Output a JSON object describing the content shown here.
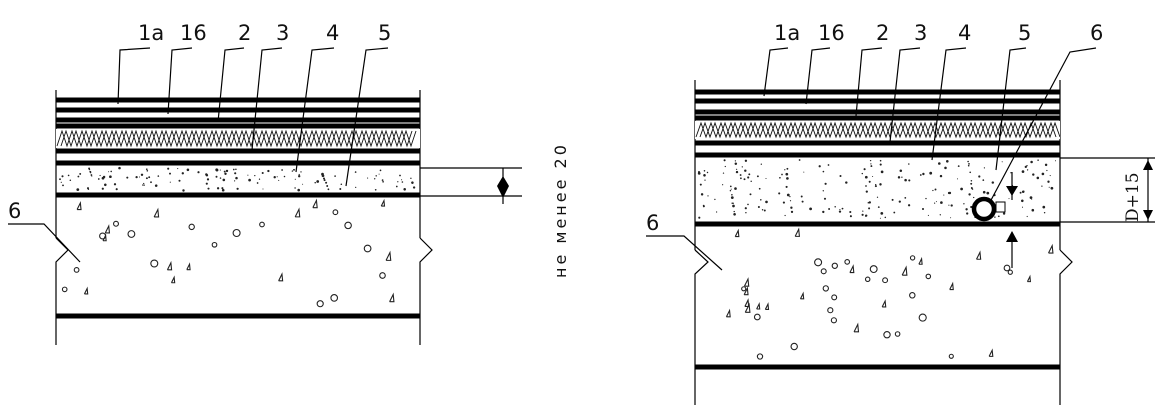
{
  "left_diagram": {
    "layer_labels": [
      "1a",
      "16",
      "2",
      "3",
      "4",
      "5"
    ],
    "base_label": "6",
    "dimension_label": "не менее 20"
  },
  "right_diagram": {
    "layer_labels": [
      "1a",
      "16",
      "2",
      "3",
      "4",
      "5",
      "6"
    ],
    "base_label": "6",
    "dimension_label": "D+15"
  },
  "colors": {
    "ink": "#000000",
    "background": "#ffffff"
  }
}
